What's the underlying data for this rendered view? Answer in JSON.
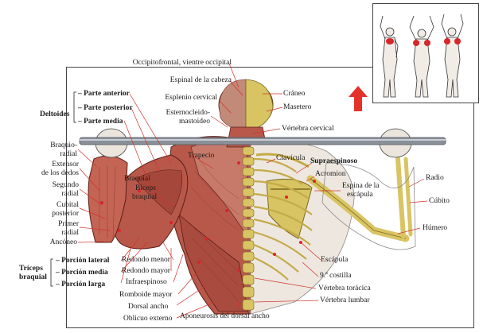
{
  "colors": {
    "muscle": "#b8584a",
    "muscle_dark": "#7d2b22",
    "bone": "#d9c463",
    "highlight": "#d8262a",
    "arrow": "#e4322b",
    "bar": "#8a9098",
    "skin": "#e9e2dc",
    "ink": "#222222"
  },
  "labels": {
    "occipitofrontal": "Occipitofrontal, vientre occipital",
    "espinal_cabeza": "Espinal de la cabeza",
    "esplenio": "Esplenio cervical",
    "esternocleido_1": "Esternocleido-",
    "esternocleido_2": "mastoideo",
    "craneo": "Cráneo",
    "masetero": "Masetero",
    "vertebra_cervical": "Vértebra cervical",
    "deltoides": "Deltoides",
    "parte_anterior": "– Parte anterior",
    "parte_posterior": "– Parte posterior",
    "parte_media": "– Parte media",
    "braquiorradial_1": "Braquio-",
    "braquiorradial_2": "radial",
    "extensor_1": "Extensor",
    "extensor_2": "de los dedos",
    "segundo_radial_1": "Segundo",
    "segundo_radial_2": "radial",
    "cubital_1": "Cubital",
    "cubital_2": "posterior",
    "primer_radial_1": "Primer",
    "primer_radial_2": "radial",
    "ancone": "Ancóneo",
    "triceps_1": "Tríceps",
    "triceps_2": "braquial",
    "porcion_lateral": "– Porción lateral",
    "porcion_media": "– Porción media",
    "porcion_larga": "– Porción larga",
    "trapecio": "Trapecio",
    "braquial": "Braquial",
    "biceps_1": "Bíceps",
    "biceps_2": "braquial",
    "clavicula": "Clavícula",
    "supraespinoso": "Supraespinoso",
    "acromion": "Acromion",
    "espina_1": "Espina de la",
    "espina_2": "escápula",
    "radio": "Radio",
    "cubito": "Cúbito",
    "humero": "Húmero",
    "escapula": "Escápula",
    "costilla": "9.ª costilla",
    "vertebra_toracica": "Vértebra torácica",
    "vertebra_lumbar": "Vértebra lumbar",
    "redondo_menor": "Redondo menor",
    "redondo_mayor": "Redondo mayor",
    "infraespinoso": "Infraespinoso",
    "romboide": "Romboide mayor",
    "dorsal_ancho": "Dorsal ancho",
    "oblicuo": "Oblicuo externo",
    "aponeurosis": "Aponeurosis del dorsal ancho"
  },
  "icons": [
    "up-arrow-icon",
    "mini-figure-icon"
  ]
}
